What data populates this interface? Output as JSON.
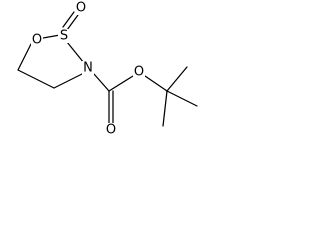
{
  "molecule": {
    "atoms": [
      {
        "id": "O_ring",
        "label": "O"
      },
      {
        "id": "S",
        "label": "S"
      },
      {
        "id": "O_sulfinyl",
        "label": "O"
      },
      {
        "id": "N",
        "label": "N"
      },
      {
        "id": "O_carbonyl",
        "label": "O"
      },
      {
        "id": "O_ester",
        "label": "O"
      }
    ]
  }
}
